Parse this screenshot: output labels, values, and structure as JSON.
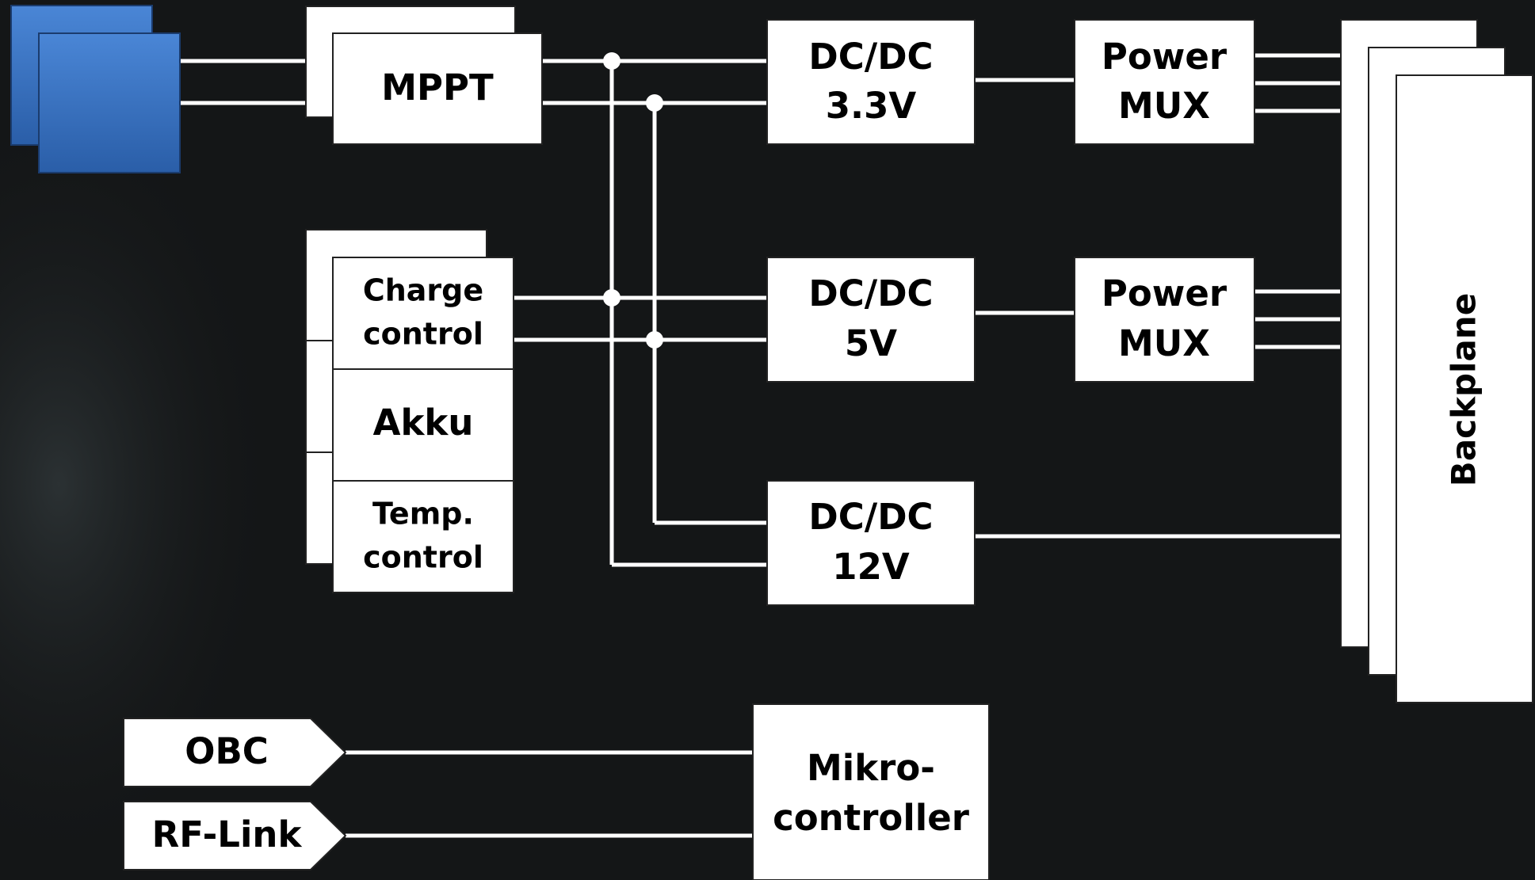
{
  "colors": {
    "background": "#141617",
    "box_fill": "#ffffff",
    "wire": "#ffffff",
    "solar_panel": "#3a74c4",
    "text": "#000000"
  },
  "blocks": {
    "mppt": "MPPT",
    "charge_control": [
      "Charge",
      "control"
    ],
    "akku": "Akku",
    "temp_control": [
      "Temp.",
      "control"
    ],
    "dcdc_33": [
      "DC/DC",
      "3.3V"
    ],
    "dcdc_5": [
      "DC/DC",
      "5V"
    ],
    "dcdc_12": [
      "DC/DC",
      "12V"
    ],
    "power_mux_1": [
      "Power",
      "MUX"
    ],
    "power_mux_2": [
      "Power",
      "MUX"
    ],
    "backplane": "Backplane",
    "obc": "OBC",
    "rf_link": "RF-Link",
    "microcontroller": [
      "Mikro-",
      "controller"
    ]
  },
  "icons": {
    "solar_panel": "solar-panel-icon"
  }
}
